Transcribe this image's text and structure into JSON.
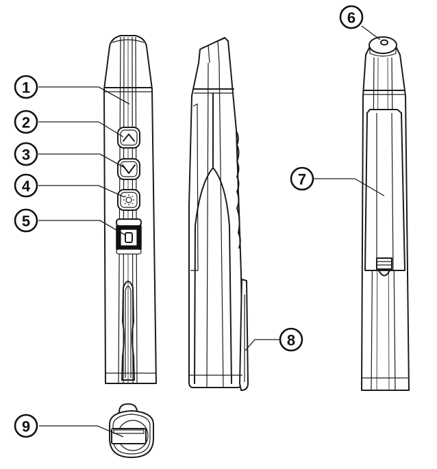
{
  "diagram": {
    "subject": "presentation remote / laser pointer",
    "views": [
      {
        "id": "front",
        "label": "front view"
      },
      {
        "id": "side",
        "label": "side view"
      },
      {
        "id": "back",
        "label": "back view"
      },
      {
        "id": "end",
        "label": "end view (USB receiver slot)"
      }
    ],
    "callouts": [
      {
        "number": "1",
        "target": "indicator / laser tip area",
        "view": "front"
      },
      {
        "number": "2",
        "target": "page up button (up chevron)",
        "view": "front"
      },
      {
        "number": "3",
        "target": "page down button (down chevron)",
        "view": "front"
      },
      {
        "number": "4",
        "target": "laser button (sun icon)",
        "view": "front"
      },
      {
        "number": "5",
        "target": "power / blank-screen button",
        "view": "front"
      },
      {
        "number": "6",
        "target": "laser aperture",
        "view": "back"
      },
      {
        "number": "7",
        "target": "battery cover",
        "view": "back"
      },
      {
        "number": "8",
        "target": "pocket clip / receiver holder",
        "view": "side"
      },
      {
        "number": "9",
        "target": "USB receiver storage",
        "view": "end"
      }
    ],
    "colors": {
      "line": "#1a1a1a",
      "background": "#ffffff"
    }
  }
}
